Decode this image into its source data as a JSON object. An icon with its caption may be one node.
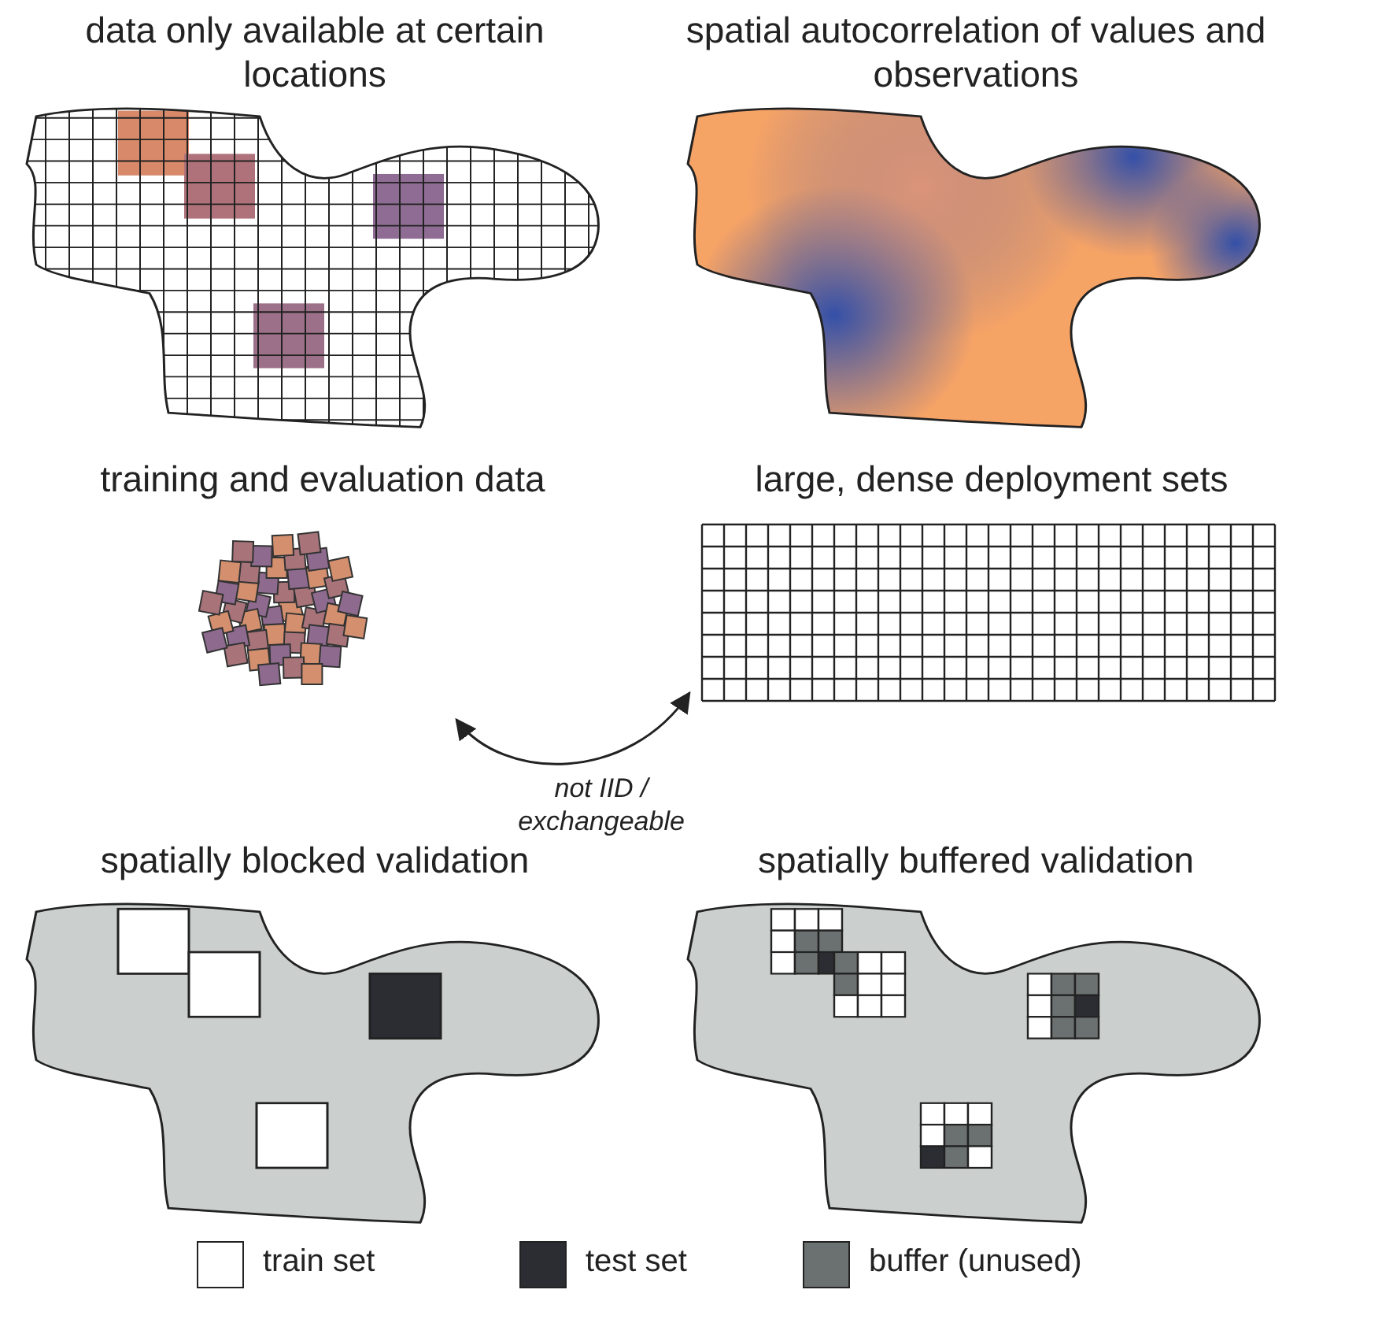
{
  "diagram": {
    "nodes": [
      {
        "text": [
          "data only available at certain locations"
        ]
      },
      {
        "text": [
          "spatial autocorrelation of values and observations"
        ]
      },
      {
        "text": [
          "training and evaluation data"
        ]
      },
      {
        "text": [
          "large, dense deployment sets"
        ]
      },
      {
        "text": [
          "spatially blocked validation"
        ]
      },
      {
        "text": [
          "spatially buffered validation"
        ]
      }
    ],
    "edges": [
      {
        "from": 2,
        "to": 3,
        "arrow": "both",
        "label": "not IID / exchangeable"
      }
    ],
    "legend": [
      {
        "text": "train set",
        "color": "#ffffff"
      },
      {
        "text": "test set",
        "color": "#2b2d33"
      },
      {
        "text": "buffer (unused)",
        "color": "#6b7170"
      }
    ]
  }
}
